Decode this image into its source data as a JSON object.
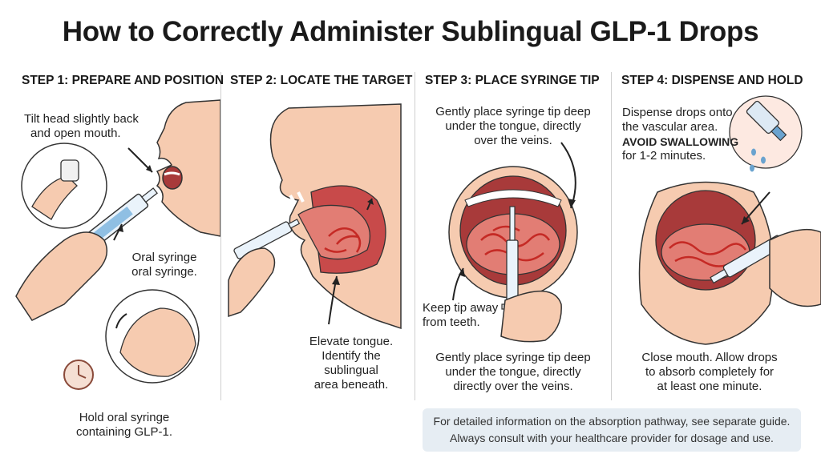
{
  "title": "How to Correctly Administer Sublingual GLP-1 Drops",
  "steps": [
    {
      "heading": "STEP 1: PREPARE AND POSITION",
      "text_a": [
        "Tilt head slightly back",
        "and open mouth."
      ],
      "text_b": [
        "Oral syringe",
        "oral syringe."
      ],
      "text_c": [
        "Hold oral syringe",
        "containing GLP-1."
      ]
    },
    {
      "heading": "STEP 2: LOCATE THE TARGET",
      "text_a": [
        "Elevate tongue.",
        "Identify the",
        "sublingual",
        "area beneath."
      ]
    },
    {
      "heading": "STEP 3: PLACE SYRINGE TIP",
      "text_a": [
        "Gently place syringe tip deep",
        "under the tongue, directly",
        "over the veins."
      ],
      "text_b": [
        "Keep tip away",
        "from teeth."
      ],
      "text_c": [
        "Gently place syringe tip deep",
        "under the tongue, directly",
        "directly over the veins."
      ]
    },
    {
      "heading": "STEP 4: DISPENSE AND HOLD",
      "text_a": [
        "Dispense drops onto",
        "the vascular area."
      ],
      "warning": "AVOID SWALLOWING",
      "text_b": "for 1-2 minutes.",
      "text_c": [
        "Close mouth. Allow drops",
        "to absorb completely for",
        "at least one minute."
      ]
    }
  ],
  "footer": {
    "line1": "For detailed information on the absorption pathway, see separate guide.",
    "line2": "Always consult with your healthcare provider for dosage and use."
  },
  "colors": {
    "skin": "#f6cbb0",
    "skin_dark": "#e4a98c",
    "mouth": "#c84a4a",
    "tongue": "#e27d74",
    "vein": "#c52a25",
    "footer_bg": "#e6edf3",
    "fluid": "#6aa3cf"
  }
}
